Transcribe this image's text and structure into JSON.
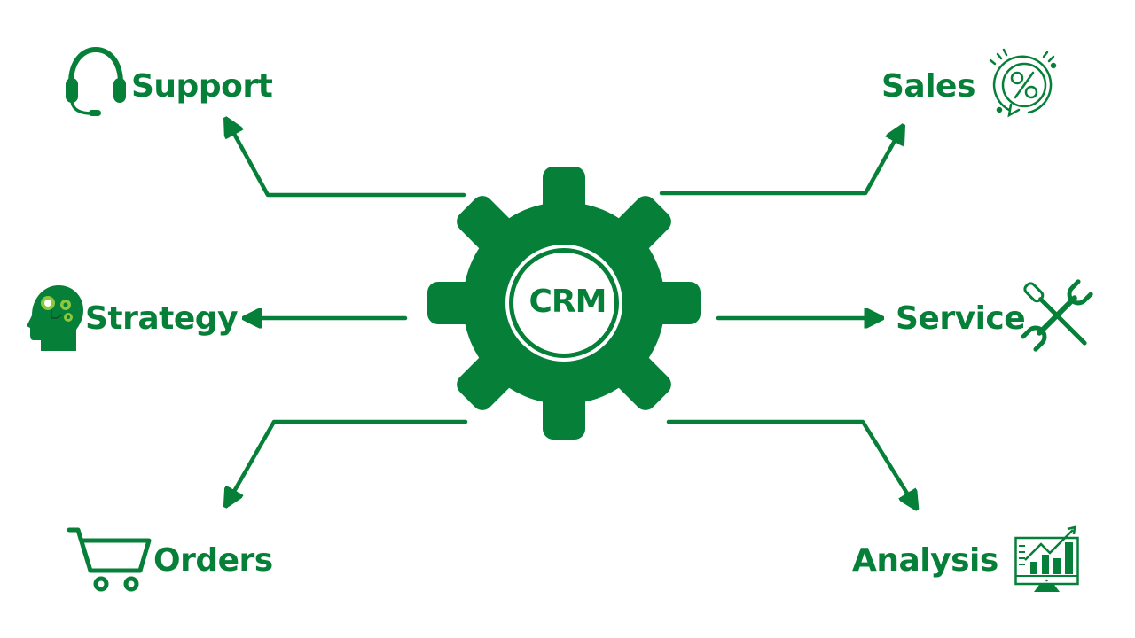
{
  "theme": {
    "primary_color": "#067f38",
    "accent_color": "#8bc83f",
    "background": "#ffffff"
  },
  "center": {
    "label": "CRM",
    "icon": "gear-icon"
  },
  "nodes": [
    {
      "id": "support",
      "label": "Support",
      "icon": "headset-icon",
      "position": "top-left"
    },
    {
      "id": "sales",
      "label": "Sales",
      "icon": "percent-badge-icon",
      "position": "top-right"
    },
    {
      "id": "strategy",
      "label": "Strategy",
      "icon": "head-gears-icon",
      "position": "middle-left"
    },
    {
      "id": "service",
      "label": "Service",
      "icon": "tools-icon",
      "position": "middle-right"
    },
    {
      "id": "orders",
      "label": "Orders",
      "icon": "shopping-cart-icon",
      "position": "bottom-left"
    },
    {
      "id": "analysis",
      "label": "Analysis",
      "icon": "monitor-chart-icon",
      "position": "bottom-right"
    }
  ],
  "edges": [
    {
      "from": "crm",
      "to": "support"
    },
    {
      "from": "crm",
      "to": "sales"
    },
    {
      "from": "crm",
      "to": "strategy"
    },
    {
      "from": "crm",
      "to": "service"
    },
    {
      "from": "crm",
      "to": "orders"
    },
    {
      "from": "crm",
      "to": "analysis"
    }
  ]
}
